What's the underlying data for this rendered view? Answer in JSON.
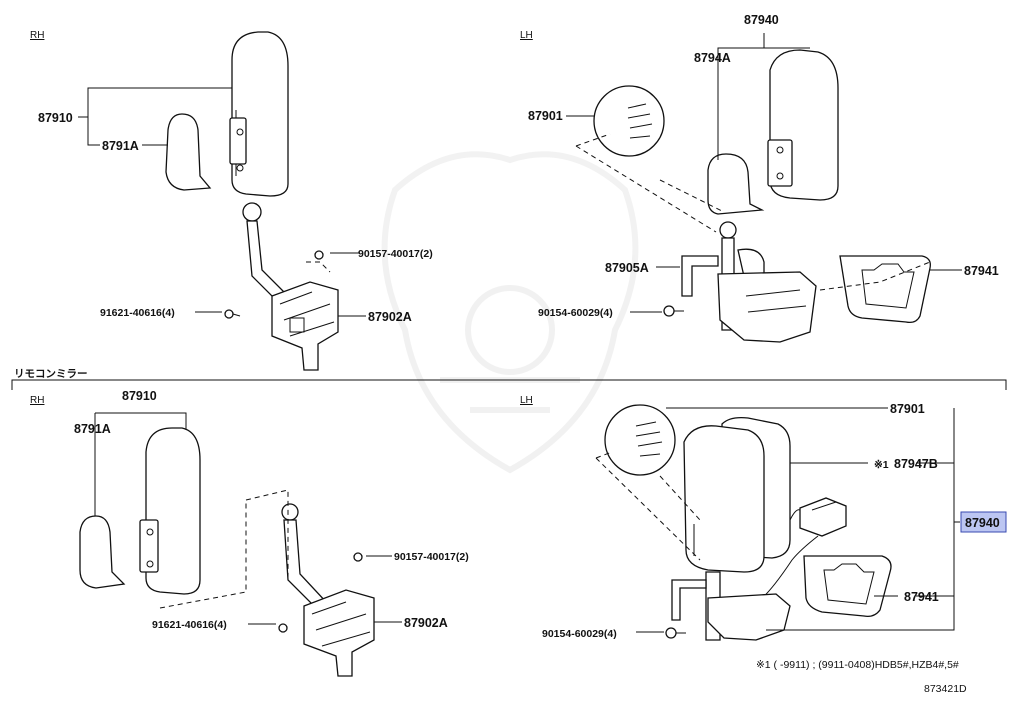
{
  "sections": {
    "top": {
      "rh_label": "RH",
      "lh_label": "LH"
    },
    "bottom": {
      "header": "リモコンミラー",
      "rh_label": "RH",
      "lh_label": "LH"
    }
  },
  "parts": {
    "top_rh": {
      "mirror_assy": "87910",
      "cover": "8791A",
      "screw": "90157-40017(2)",
      "bolt": "91621-40616(4)",
      "bracket": "87902A"
    },
    "top_lh": {
      "mirror_assy": "87940",
      "cover": "8794A",
      "mirror_glass": "87901",
      "stay": "87905A",
      "bolt": "90154-60029(4)",
      "gasket": "87941"
    },
    "bottom_rh": {
      "mirror_assy": "87910",
      "cover": "8791A",
      "screw": "90157-40017(2)",
      "bolt": "91621-40616(4)",
      "bracket": "87902A"
    },
    "bottom_lh": {
      "mirror_glass": "87901",
      "mark": "※1",
      "mirror_sub": "87947B",
      "mirror_assy": "87940",
      "gasket": "87941",
      "bolt": "90154-60029(4)"
    }
  },
  "footnote": "※1 (       -9911) ; (9911-0408)HDB5#,HZB4#,5#",
  "diagram_code": "873421D",
  "colors": {
    "highlight_fill": "#bcc6f2",
    "highlight_stroke": "#3a4bb0"
  }
}
